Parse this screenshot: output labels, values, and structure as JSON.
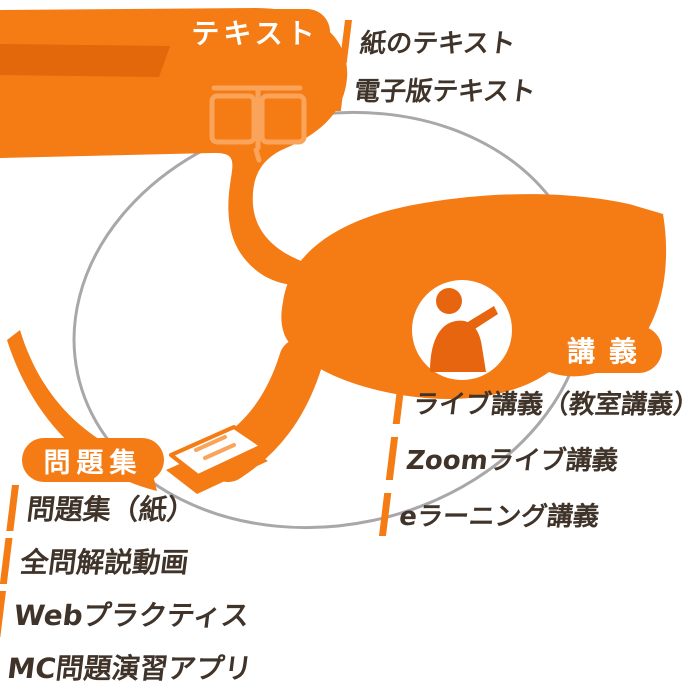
{
  "nodes": {
    "text": {
      "label": "テキスト",
      "icon": "open-book-icon",
      "items": [
        "紙のテキスト",
        "電子版テキスト"
      ]
    },
    "lecture": {
      "label": "講 義",
      "icon": "teacher-icon",
      "items": [
        "ライブ講義（教室講義）",
        "Zoomライブ講義",
        "eラーニング講義"
      ]
    },
    "workbook": {
      "label": "問題集",
      "icon": "notebook-pencil-icon",
      "items": [
        "問題集（紙）",
        "全問解説動画",
        "Webプラクティス",
        "MC問題演習アプリ"
      ]
    }
  },
  "colors": {
    "orange": "#f57b14",
    "orange_dark": "#e2660b",
    "orange_light": "#f9a45a",
    "text_brown": "#40342a",
    "gray_line": "#aaa7ab",
    "white": "#ffffff"
  }
}
